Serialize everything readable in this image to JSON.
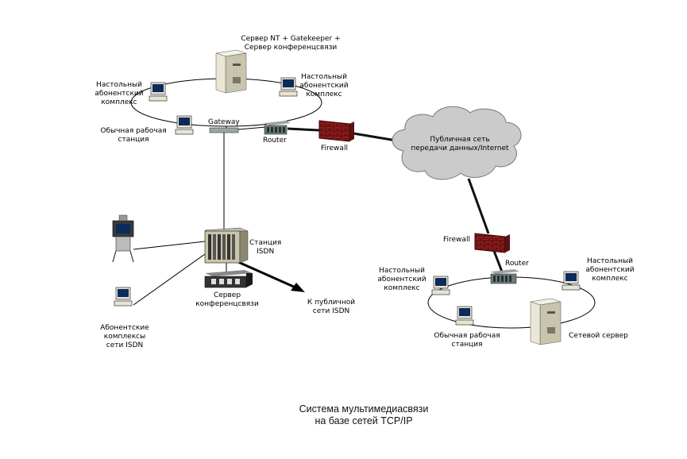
{
  "caption": {
    "line1": "Система мультимедиасвязи",
    "line2": "на базе сетей TCP/IP"
  },
  "lan1": {
    "server_label": [
      "Сервер NT + Gatekeeper +",
      "Сервер конференцсвязи"
    ],
    "desktop_left_label": [
      "Настольный",
      "абонентский",
      "комплекс"
    ],
    "desktop_right_label": [
      "Настольный",
      "абонентский",
      "комплекс"
    ],
    "workstation_label": [
      "Обычная рабочая",
      "станция"
    ],
    "gateway_label": "Gateway",
    "router_label": "Router",
    "firewall_label": "Firewall"
  },
  "cloud": {
    "label": [
      "Публичная сеть",
      "передачи данных/Internet"
    ]
  },
  "isdn": {
    "station_label": [
      "Станция",
      "ISDN"
    ],
    "conf_server_label": [
      "Сервер",
      "конференцсвязи"
    ],
    "public_isdn_label": [
      "К публичной",
      "сети ISDN"
    ],
    "subscribers_label": [
      "Абонентские",
      "комплексы",
      "сети ISDN"
    ]
  },
  "lan2": {
    "firewall_label": "Firewall",
    "router_label": "Router",
    "desktop_left_label": [
      "Настольный",
      "абонентский",
      "комплекс"
    ],
    "desktop_right_label": [
      "Настольный",
      "абонентский",
      "комплекс"
    ],
    "workstation_label": [
      "Обычная рабочая",
      "станция"
    ],
    "server_label": "Сетевой сервер"
  },
  "colors": {
    "line": "#000000",
    "cloud_fill": "#cccccc",
    "firewall_brick": "#8b1a1a",
    "device_beige": "#e8e4d4",
    "screen": "#0c2a5a"
  }
}
